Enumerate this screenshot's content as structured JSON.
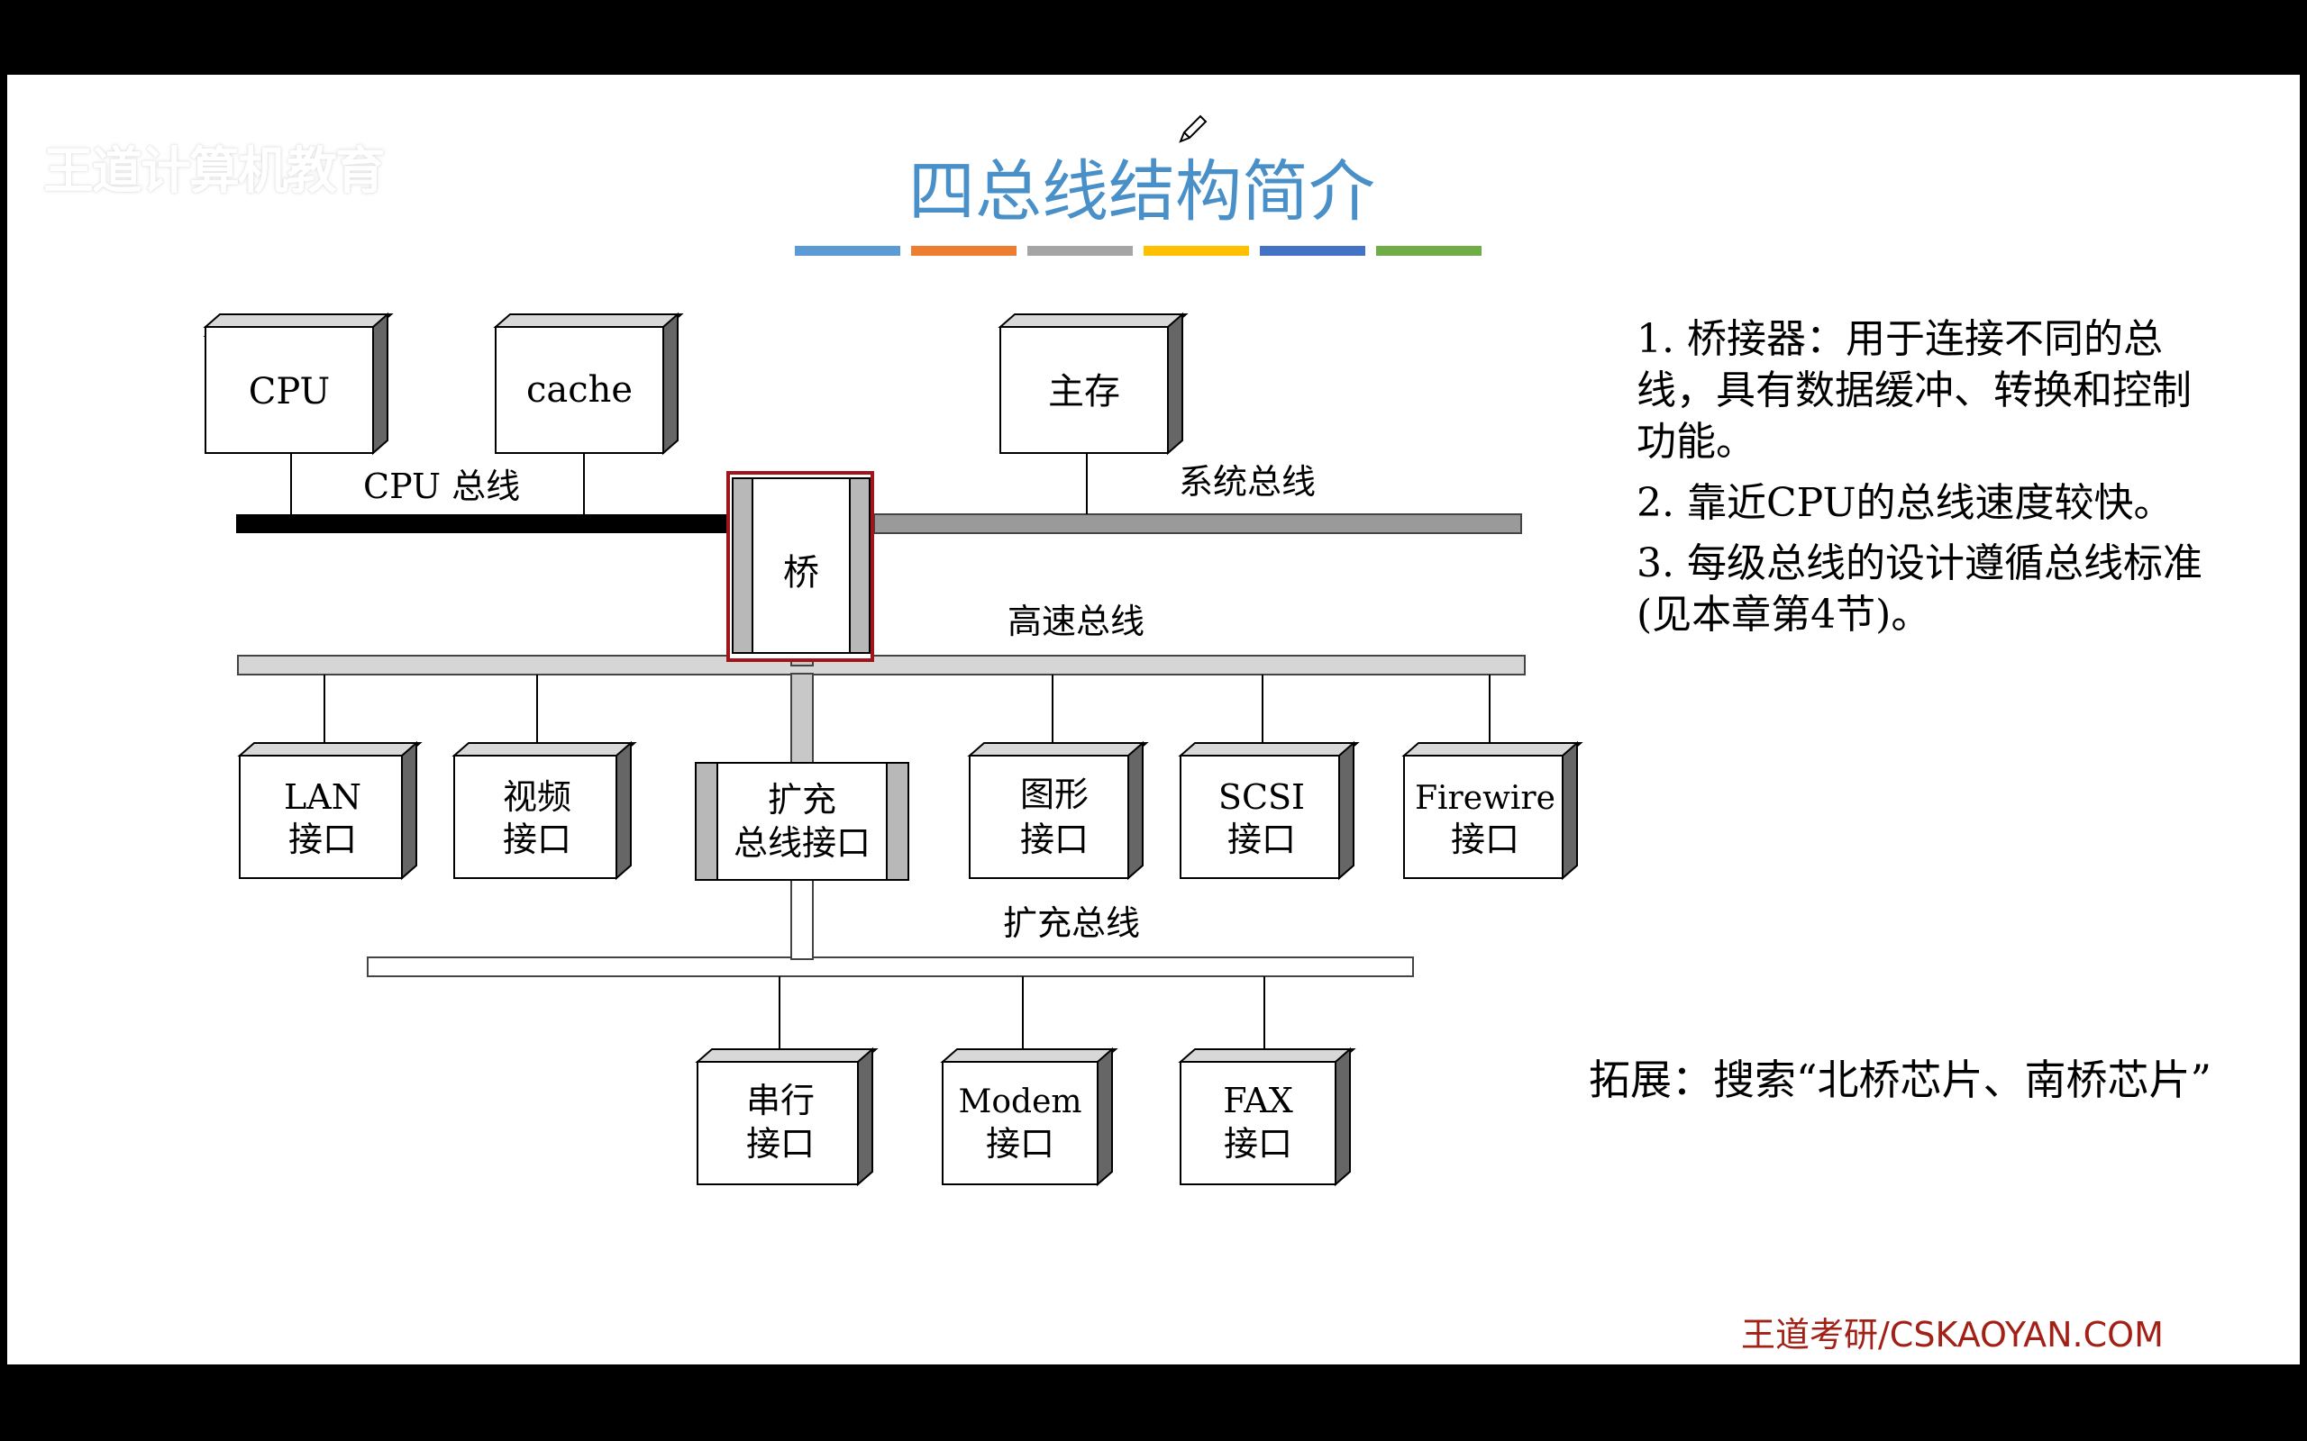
{
  "slide": {
    "watermark": "王道计算机教育",
    "title": "四总线结构简介",
    "accent_bars": [
      "#5b9bd5",
      "#ed7d31",
      "#a5a5a5",
      "#ffc000",
      "#4472c4",
      "#70ad47"
    ],
    "highlight_color": "#a0141c",
    "notes": [
      "1. 桥接器：用于连接不同的总线，具有数据缓冲、转换和控制功能。",
      "2. 靠近CPU的总线速度较快。",
      "3. 每级总线的设计遵循总线标准(见本章第4节)。"
    ],
    "extension": "拓展：搜索“北桥芯片、南桥芯片”",
    "footer": "王道考研/CSKAOYAN.COM"
  },
  "diagram": {
    "boxes": {
      "cpu": "CPU",
      "cache": "cache",
      "main_memory": "主存",
      "bridge": "桥",
      "lan": [
        "LAN",
        "接口"
      ],
      "video": [
        "视频",
        "接口"
      ],
      "expansion_if": [
        "扩充",
        "总线接口"
      ],
      "graphics": [
        "图形",
        "接口"
      ],
      "scsi": [
        "SCSI",
        "接口"
      ],
      "firewire": [
        "Firewire",
        "接口"
      ],
      "serial": [
        "串行",
        "接口"
      ],
      "modem": [
        "Modem",
        "接口"
      ],
      "fax": [
        "FAX",
        "接口"
      ]
    },
    "buses": {
      "cpu_bus": "CPU 总线",
      "system_bus": "系统总线",
      "high_speed_bus": "高速总线",
      "expansion_bus": "扩充总线"
    }
  }
}
